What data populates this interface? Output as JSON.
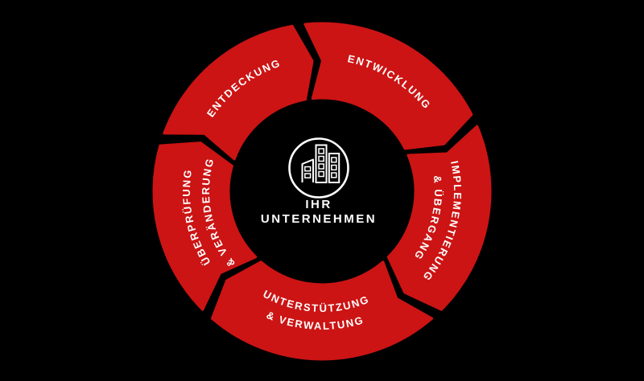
{
  "canvas": {
    "background": "#000000"
  },
  "diagram": {
    "type": "cycle",
    "colors": {
      "segment_fill": "#cc1414",
      "segment_label": "#ffffff",
      "center_text": "#ffffff",
      "center_icon_stroke": "#ffffff"
    },
    "center": {
      "icon": "buildings-icon",
      "label_lines": [
        "IHR",
        "UNTERNEHMEN"
      ]
    },
    "segments": [
      {
        "id": "entdeckung",
        "label_lines": [
          "ENTDECKUNG"
        ],
        "start_angle": 288,
        "end_angle": 352,
        "text_radii": [
          164
        ],
        "reverse_text": false
      },
      {
        "id": "entwicklung",
        "label_lines": [
          "ENTWICKLUNG"
        ],
        "start_angle": 352,
        "end_angle": 425,
        "text_radii": [
          164
        ],
        "reverse_text": false
      },
      {
        "id": "implementierung-uebergang",
        "label_lines": [
          "IMPLEMENTIERUNG",
          "& ÜBERGANG"
        ],
        "start_angle": 65,
        "end_angle": 137,
        "text_radii": [
          164,
          140
        ],
        "reverse_text": false
      },
      {
        "id": "unterstuetzung-verwaltung",
        "label_lines": [
          "UNTERSTÜTZUNG",
          "& VERWALTUNG"
        ],
        "start_angle": 137,
        "end_angle": 223,
        "text_radii": [
          150,
          172
        ],
        "reverse_text": true
      },
      {
        "id": "ueberpruefung-veraenderung",
        "label_lines": [
          "ÜBERPRÜFUNG",
          "& VERÄNDERUNG"
        ],
        "start_angle": 223,
        "end_angle": 288,
        "text_radii": [
          164,
          140
        ],
        "reverse_text": false
      }
    ]
  }
}
